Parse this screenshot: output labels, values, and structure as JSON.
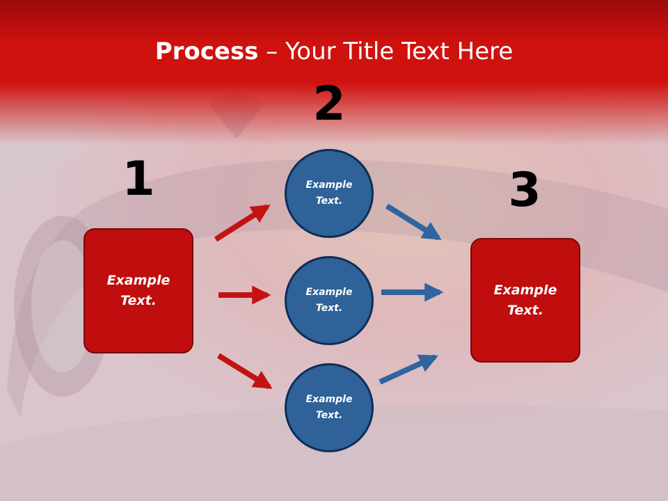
{
  "slide": {
    "title_bold": "Process",
    "title_rest": " – Your Title Text Here",
    "steps": [
      {
        "number": "1",
        "text_line1": "Example",
        "text_line2": "Text."
      },
      {
        "number": "2"
      },
      {
        "number": "3",
        "text_line1": "Example",
        "text_line2": "Text."
      }
    ],
    "circles": [
      {
        "text_line1": "Example",
        "text_line2": "Text."
      },
      {
        "text_line1": "Example",
        "text_line2": "Text."
      },
      {
        "text_line1": "Example",
        "text_line2": "Text."
      }
    ]
  },
  "colors": {
    "title_bar": "#c8100f",
    "box_fill": "#c00d0d",
    "circle_fill": "#2e6299",
    "red_arrow": "#c41212",
    "blue_arrow": "#2f64a0"
  }
}
